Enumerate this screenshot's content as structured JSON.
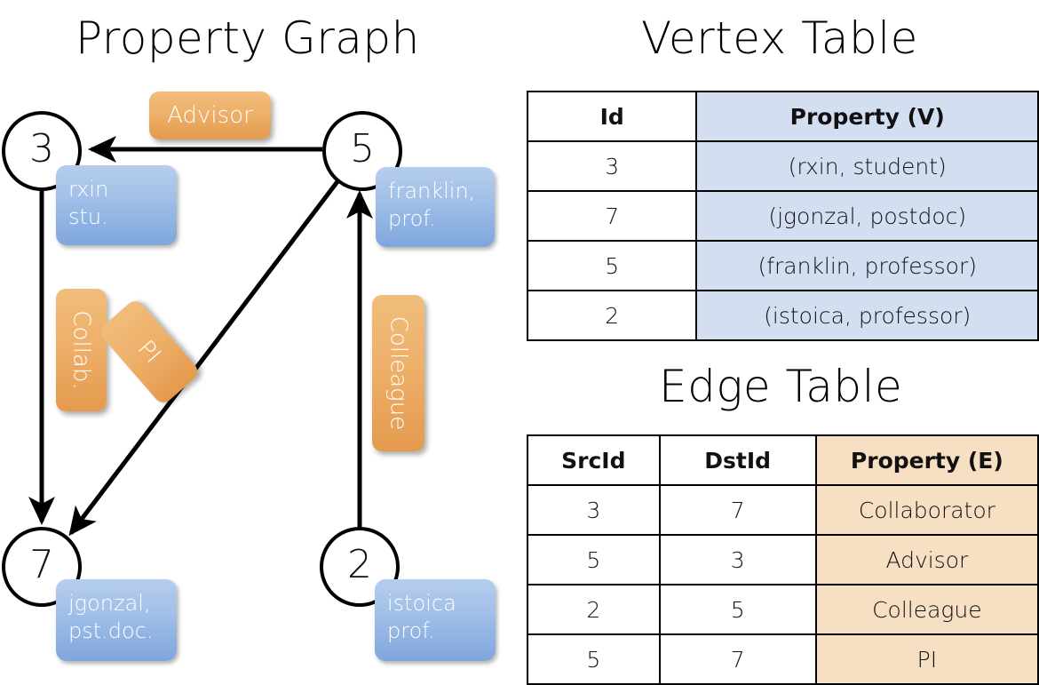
{
  "titles": {
    "property_graph": "Property Graph",
    "vertex_table": "Vertex Table",
    "edge_table": "Edge Table"
  },
  "colors": {
    "node_fill": "#ffffff",
    "node_stroke": "#000000",
    "vertex_prop_box": "#a2c0e8",
    "edge_label_box": "#eeb06a",
    "vertex_table_header_fill": "#d3dff1",
    "edge_table_header_fill": "#f7dfc4"
  },
  "graph": {
    "nodes": [
      {
        "id": "3",
        "label": "3",
        "property_lines": [
          "rxin",
          "stu."
        ]
      },
      {
        "id": "5",
        "label": "5",
        "property_lines": [
          "franklin,",
          "prof."
        ]
      },
      {
        "id": "7",
        "label": "7",
        "property_lines": [
          "jgonzal,",
          "pst.doc."
        ]
      },
      {
        "id": "2",
        "label": "2",
        "property_lines": [
          "istoica",
          "prof."
        ]
      }
    ],
    "edge_labels": [
      {
        "name": "advisor",
        "text": "Advisor"
      },
      {
        "name": "collab",
        "text": "Collab."
      },
      {
        "name": "pi",
        "text": "PI"
      },
      {
        "name": "colleague",
        "text": "Colleague"
      }
    ],
    "edges": [
      {
        "src": "5",
        "dst": "3",
        "label": "Advisor"
      },
      {
        "src": "3",
        "dst": "7",
        "label": "Collab."
      },
      {
        "src": "5",
        "dst": "7",
        "label": "PI"
      },
      {
        "src": "2",
        "dst": "5",
        "label": "Colleague"
      }
    ]
  },
  "vertex_table": {
    "headers": [
      "Id",
      "Property (V)"
    ],
    "rows": [
      {
        "id": "3",
        "property": "(rxin, student)"
      },
      {
        "id": "7",
        "property": "(jgonzal, postdoc)"
      },
      {
        "id": "5",
        "property": "(franklin, professor)"
      },
      {
        "id": "2",
        "property": "(istoica, professor)"
      }
    ]
  },
  "edge_table": {
    "headers": [
      "SrcId",
      "DstId",
      "Property (E)"
    ],
    "rows": [
      {
        "src": "3",
        "dst": "7",
        "property": "Collaborator"
      },
      {
        "src": "5",
        "dst": "3",
        "property": "Advisor"
      },
      {
        "src": "2",
        "dst": "5",
        "property": "Colleague"
      },
      {
        "src": "5",
        "dst": "7",
        "property": "PI"
      }
    ]
  }
}
